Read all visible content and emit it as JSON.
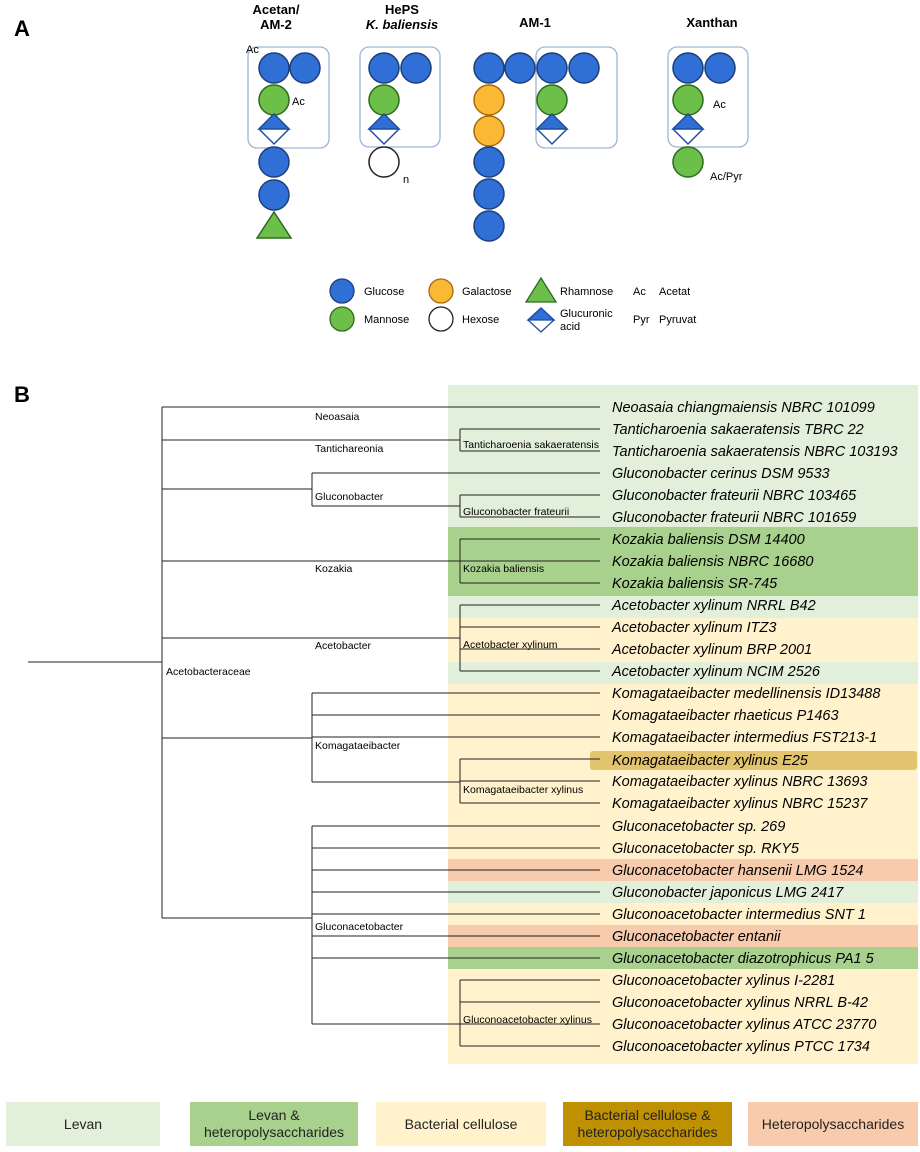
{
  "panels": {
    "a": "A",
    "b": "B"
  },
  "structures": [
    {
      "id": "acetan",
      "title_line1": "Acetan/",
      "title_line2": "AM-2",
      "title_italic": false
    },
    {
      "id": "heps",
      "title_line1": "HePS",
      "title_line2": "K. baliensis",
      "title_italic": true
    },
    {
      "id": "am1",
      "title_line1": "AM-1",
      "title_line2": "",
      "title_italic": false
    },
    {
      "id": "xanthan",
      "title_line1": "Xanthan",
      "title_line2": "",
      "title_italic": false
    }
  ],
  "annotations": {
    "ac": "Ac",
    "n": "n",
    "ac_pyr": "Ac/Pyr"
  },
  "symbol_legend": [
    {
      "symbol": "blue-circle",
      "label": "Glucose"
    },
    {
      "symbol": "green-circle",
      "label": "Mannose"
    },
    {
      "symbol": "orange-circle",
      "label": "Galactose"
    },
    {
      "symbol": "white-circle",
      "label": "Hexose"
    },
    {
      "symbol": "green-triangle",
      "label": "Rhamnose"
    },
    {
      "symbol": "glucuronic-diamond",
      "label_line1": "Glucuronic",
      "label_line2": "acid"
    },
    {
      "abbr": "Ac",
      "label": "Acetat"
    },
    {
      "abbr": "Pyr",
      "label": "Pyruvat"
    }
  ],
  "colors": {
    "glucose": "#2F6FD6",
    "mannose": "#6CC04A",
    "galactose": "#F9B934",
    "levan": "#E2EFDA",
    "levan_hetero": "#A9D18E",
    "cellulose": "#FFF2CC",
    "cellulose_hetero": "#BF9000",
    "hetero": "#F8CBAD",
    "highlight": "#E2C46F"
  },
  "tree": {
    "root": "Acetobacteraceae",
    "genera": [
      "Neoasaia",
      "Tantichareonia",
      "Gluconobacter",
      "Kozakia",
      "Acetobacter",
      "Komagataeibacter",
      "Gluconacetobacter"
    ],
    "species_nodes": [
      "Tanticharoenia sakaeratensis",
      "Gluconobacter frateurii",
      "Kozakia baliensis",
      "Acetobacter xylinum",
      "Komagataeibacter xylinus",
      "Gluconoacetobacter xylinus"
    ],
    "leaves": [
      "Neoasaia chiangmaiensis NBRC 101099",
      "Tanticharoenia sakaeratensis TBRC 22",
      "Tanticharoenia sakaeratensis NBRC 103193",
      "Gluconobacter cerinus DSM 9533",
      "Gluconobacter frateurii NBRC 103465",
      "Gluconobacter frateurii NBRC 101659",
      "Kozakia baliensis DSM 14400",
      "Kozakia baliensis NBRC 16680",
      "Kozakia baliensis SR-745",
      "Acetobacter xylinum NRRL B42",
      "Acetobacter xylinum ITZ3",
      "Acetobacter xylinum BRP 2001",
      "Acetobacter xylinum NCIM 2526",
      "Komagataeibacter medellinensis ID13488",
      "Komagataeibacter rhaeticus P1463",
      "Komagataeibacter intermedius FST213-1",
      "Komagataeibacter xylinus E25",
      "Komagataeibacter xylinus NBRC 13693",
      "Komagataeibacter xylinus NBRC 15237",
      "Gluconacetobacter sp. 269",
      "Gluconacetobacter sp. RKY5",
      "Gluconacetobacter hansenii LMG 1524",
      "Gluconobacter japonicus LMG 2417",
      "Gluconoacetobacter intermedius SNT 1",
      "Gluconacetobacter entanii",
      "Gluconacetobacter diazotrophicus PA1 5",
      "Gluconoacetobacter xylinus I-2281",
      "Gluconoacetobacter xylinus NRRL B-42",
      "Gluconoacetobacter xylinus ATCC 23770",
      "Gluconoacetobacter xylinus PTCC 1734"
    ]
  },
  "category_legend": [
    {
      "line1": "Levan",
      "line2": ""
    },
    {
      "line1": "Levan &",
      "line2": "heteropolysaccharides"
    },
    {
      "line1": "Bacterial cellulose",
      "line2": ""
    },
    {
      "line1": "Bacterial cellulose &",
      "line2": "heteropolysaccharides"
    },
    {
      "line1": "Heteropolysaccharides",
      "line2": ""
    }
  ]
}
